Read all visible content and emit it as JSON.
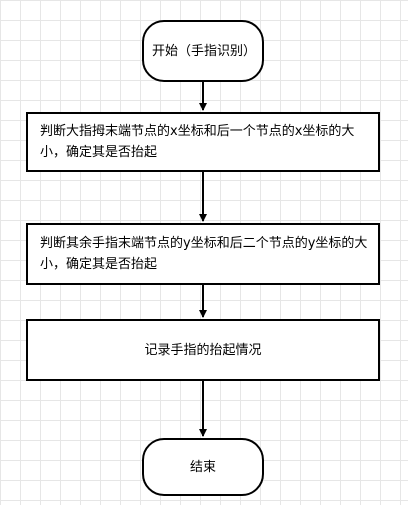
{
  "nodes": {
    "start": "开始（手指识别）",
    "step1": "判断大指拇末端节点的x坐标和后一个节点的x坐标的大小，确定其是否抬起",
    "step2": "判断其余手指末端节点的y坐标和后二个节点的y坐标的大小，确定其是否抬起",
    "step3": "记录手指的抬起情况",
    "end": "结束"
  },
  "colors": {
    "stroke": "#000000",
    "fill": "#ffffff",
    "grid": "#e6e6e6"
  }
}
